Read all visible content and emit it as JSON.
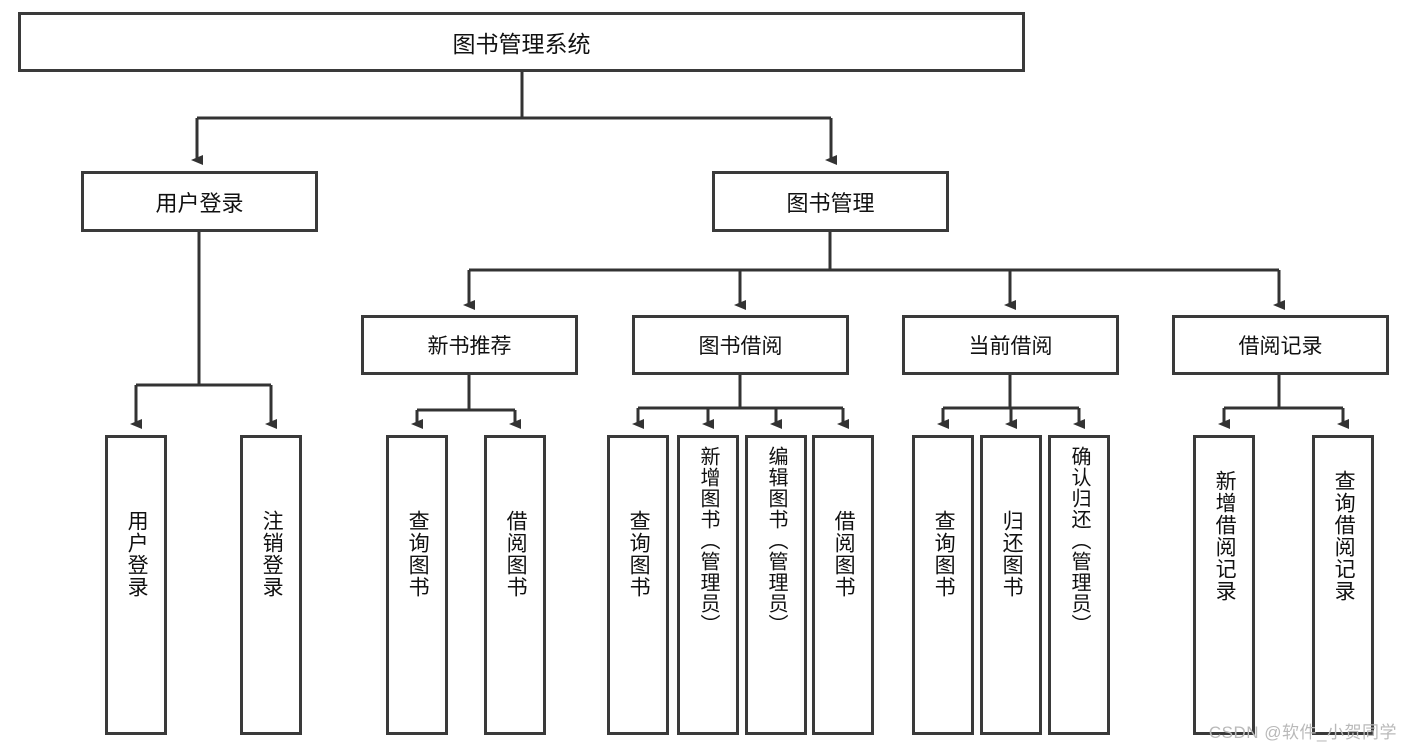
{
  "diagram": {
    "title": "图书管理系统",
    "type": "tree-hierarchy",
    "watermark": "CSDN @软件_小贺同学",
    "colors": {
      "background": "#ffffff",
      "box_border": "#3a3a3a",
      "connector": "#333333",
      "text": "#111111",
      "watermark": "#b9b9b9"
    },
    "root": {
      "label": "图书管理系统"
    },
    "level1": [
      {
        "label": "用户登录"
      },
      {
        "label": "图书管理"
      }
    ],
    "level2": [
      {
        "label": "新书推荐"
      },
      {
        "label": "图书借阅"
      },
      {
        "label": "当前借阅"
      },
      {
        "label": "借阅记录"
      }
    ],
    "leaves": {
      "user_login": [
        {
          "label": "用户登录"
        },
        {
          "label": "注销登录"
        }
      ],
      "new_book_recommend": [
        {
          "label": "查询图书"
        },
        {
          "label": "借阅图书"
        }
      ],
      "book_borrow": [
        {
          "label": "查询图书"
        },
        {
          "label": "新增图书（管理员）"
        },
        {
          "label": "编辑图书（管理员）"
        },
        {
          "label": "借阅图书"
        }
      ],
      "current_borrow": [
        {
          "label": "查询图书"
        },
        {
          "label": "归还图书"
        },
        {
          "label": "确认归还（管理员）"
        }
      ],
      "borrow_record": [
        {
          "label": "新增借阅记录"
        },
        {
          "label": "查询借阅记录"
        }
      ]
    }
  }
}
